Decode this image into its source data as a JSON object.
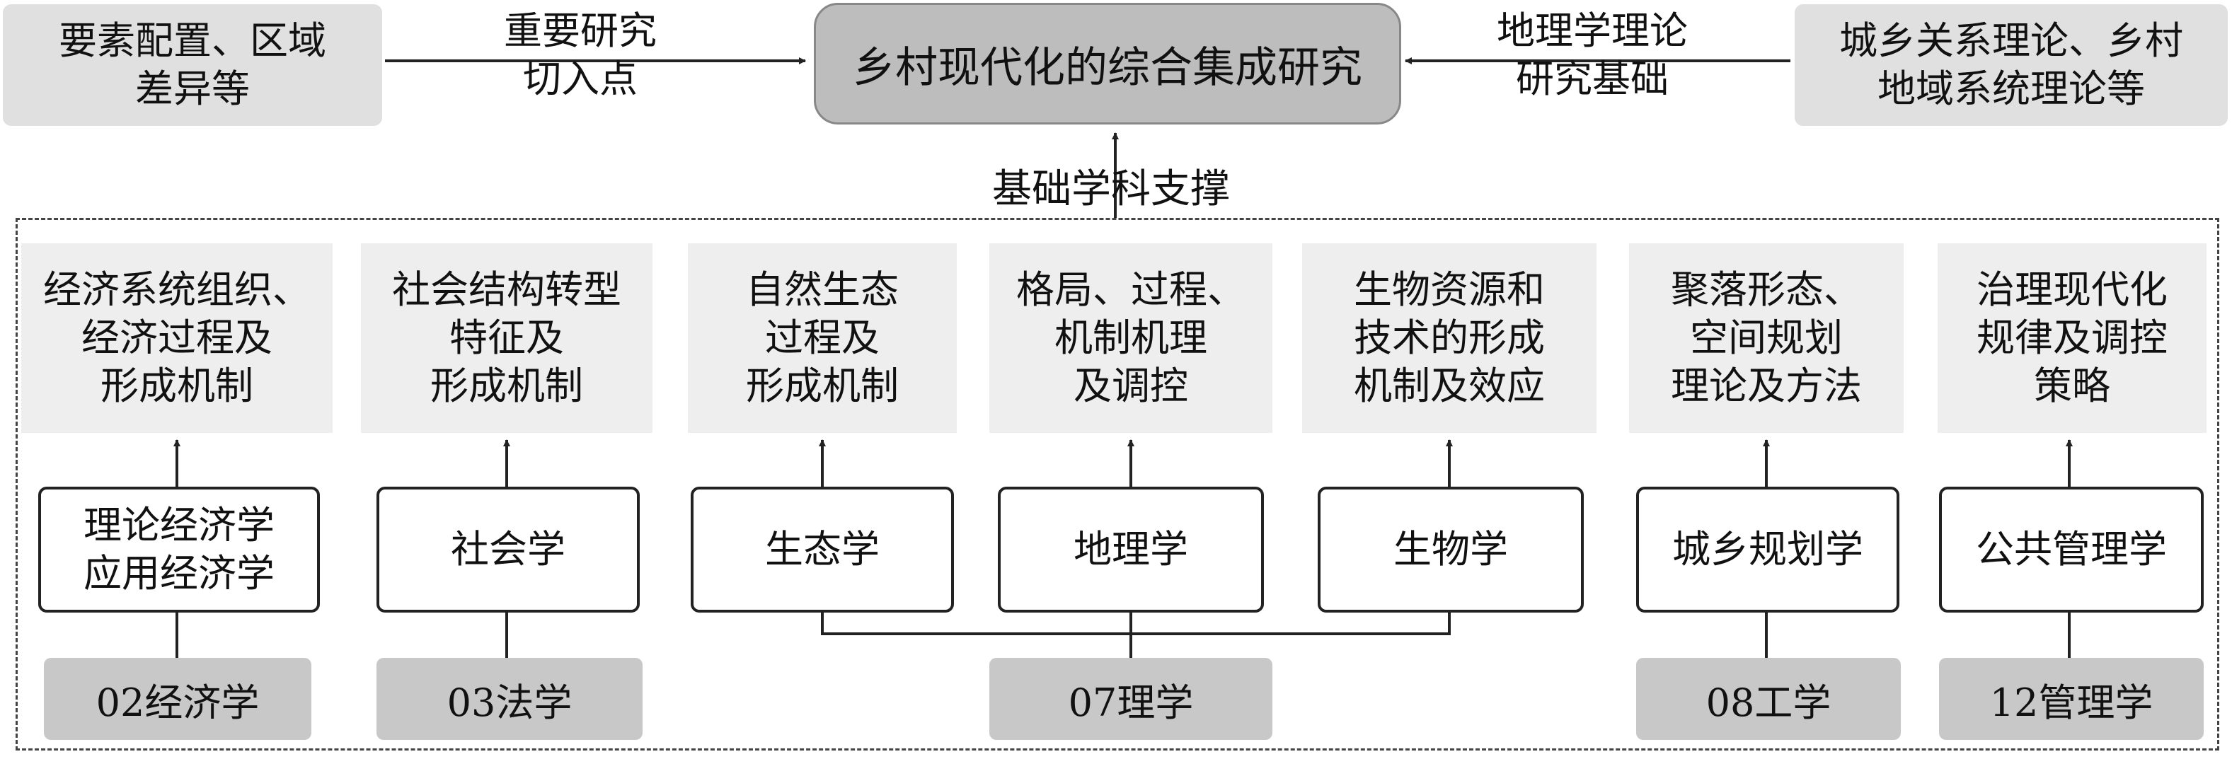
{
  "top": {
    "left_box": "要素配置、区域\n差异等",
    "left_arrow_label": "重要研究\n切入点",
    "center_box": "乡村现代化的综合集成研究",
    "right_arrow_label": "地理学理论\n研究基础",
    "right_box": "城乡关系理论、乡村\n地域系统理论等",
    "support_label": "基础学科支撑"
  },
  "topics": [
    "经济系统组织、\n经济过程及\n形成机制",
    "社会结构转型\n特征及\n形成机制",
    "自然生态\n过程及\n形成机制",
    "格局、过程、\n机制机理\n及调控",
    "生物资源和\n技术的形成\n机制及效应",
    "聚落形态、\n空间规划\n理论及方法",
    "治理现代化\n规律及调控\n策略"
  ],
  "disciplines": [
    "理论经济学\n应用经济学",
    "社会学",
    "生态学",
    "地理学",
    "生物学",
    "城乡规划学",
    "公共管理学"
  ],
  "categories": [
    "02经济学",
    "03法学",
    "07理学",
    "08工学",
    "12管理学"
  ],
  "colors": {
    "box_gray_dark": "#bdbdbd",
    "box_gray_light": "#e0e0e0",
    "topic_gray": "#eeeeee",
    "category_gray": "#c8c8c8",
    "line": "#222222"
  }
}
